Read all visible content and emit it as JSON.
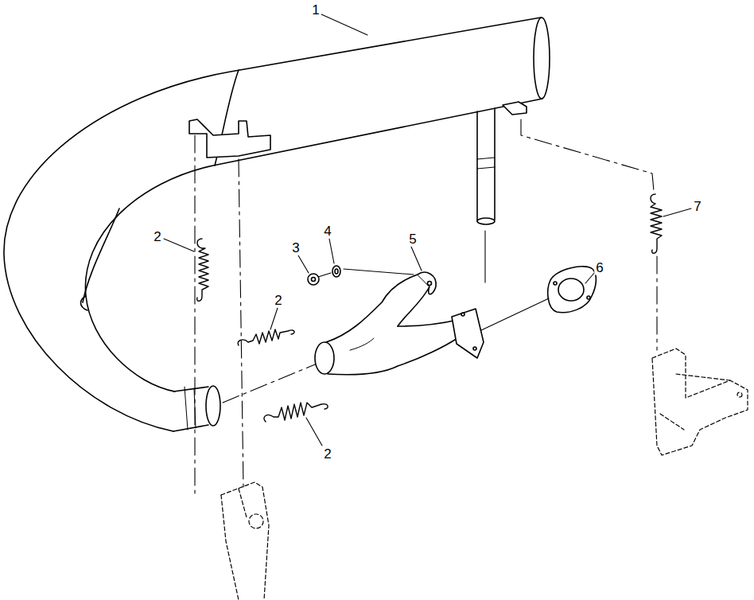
{
  "diagram": {
    "labels": [
      "1",
      "2",
      "2",
      "2",
      "3",
      "4",
      "5",
      "6",
      "7"
    ]
  }
}
